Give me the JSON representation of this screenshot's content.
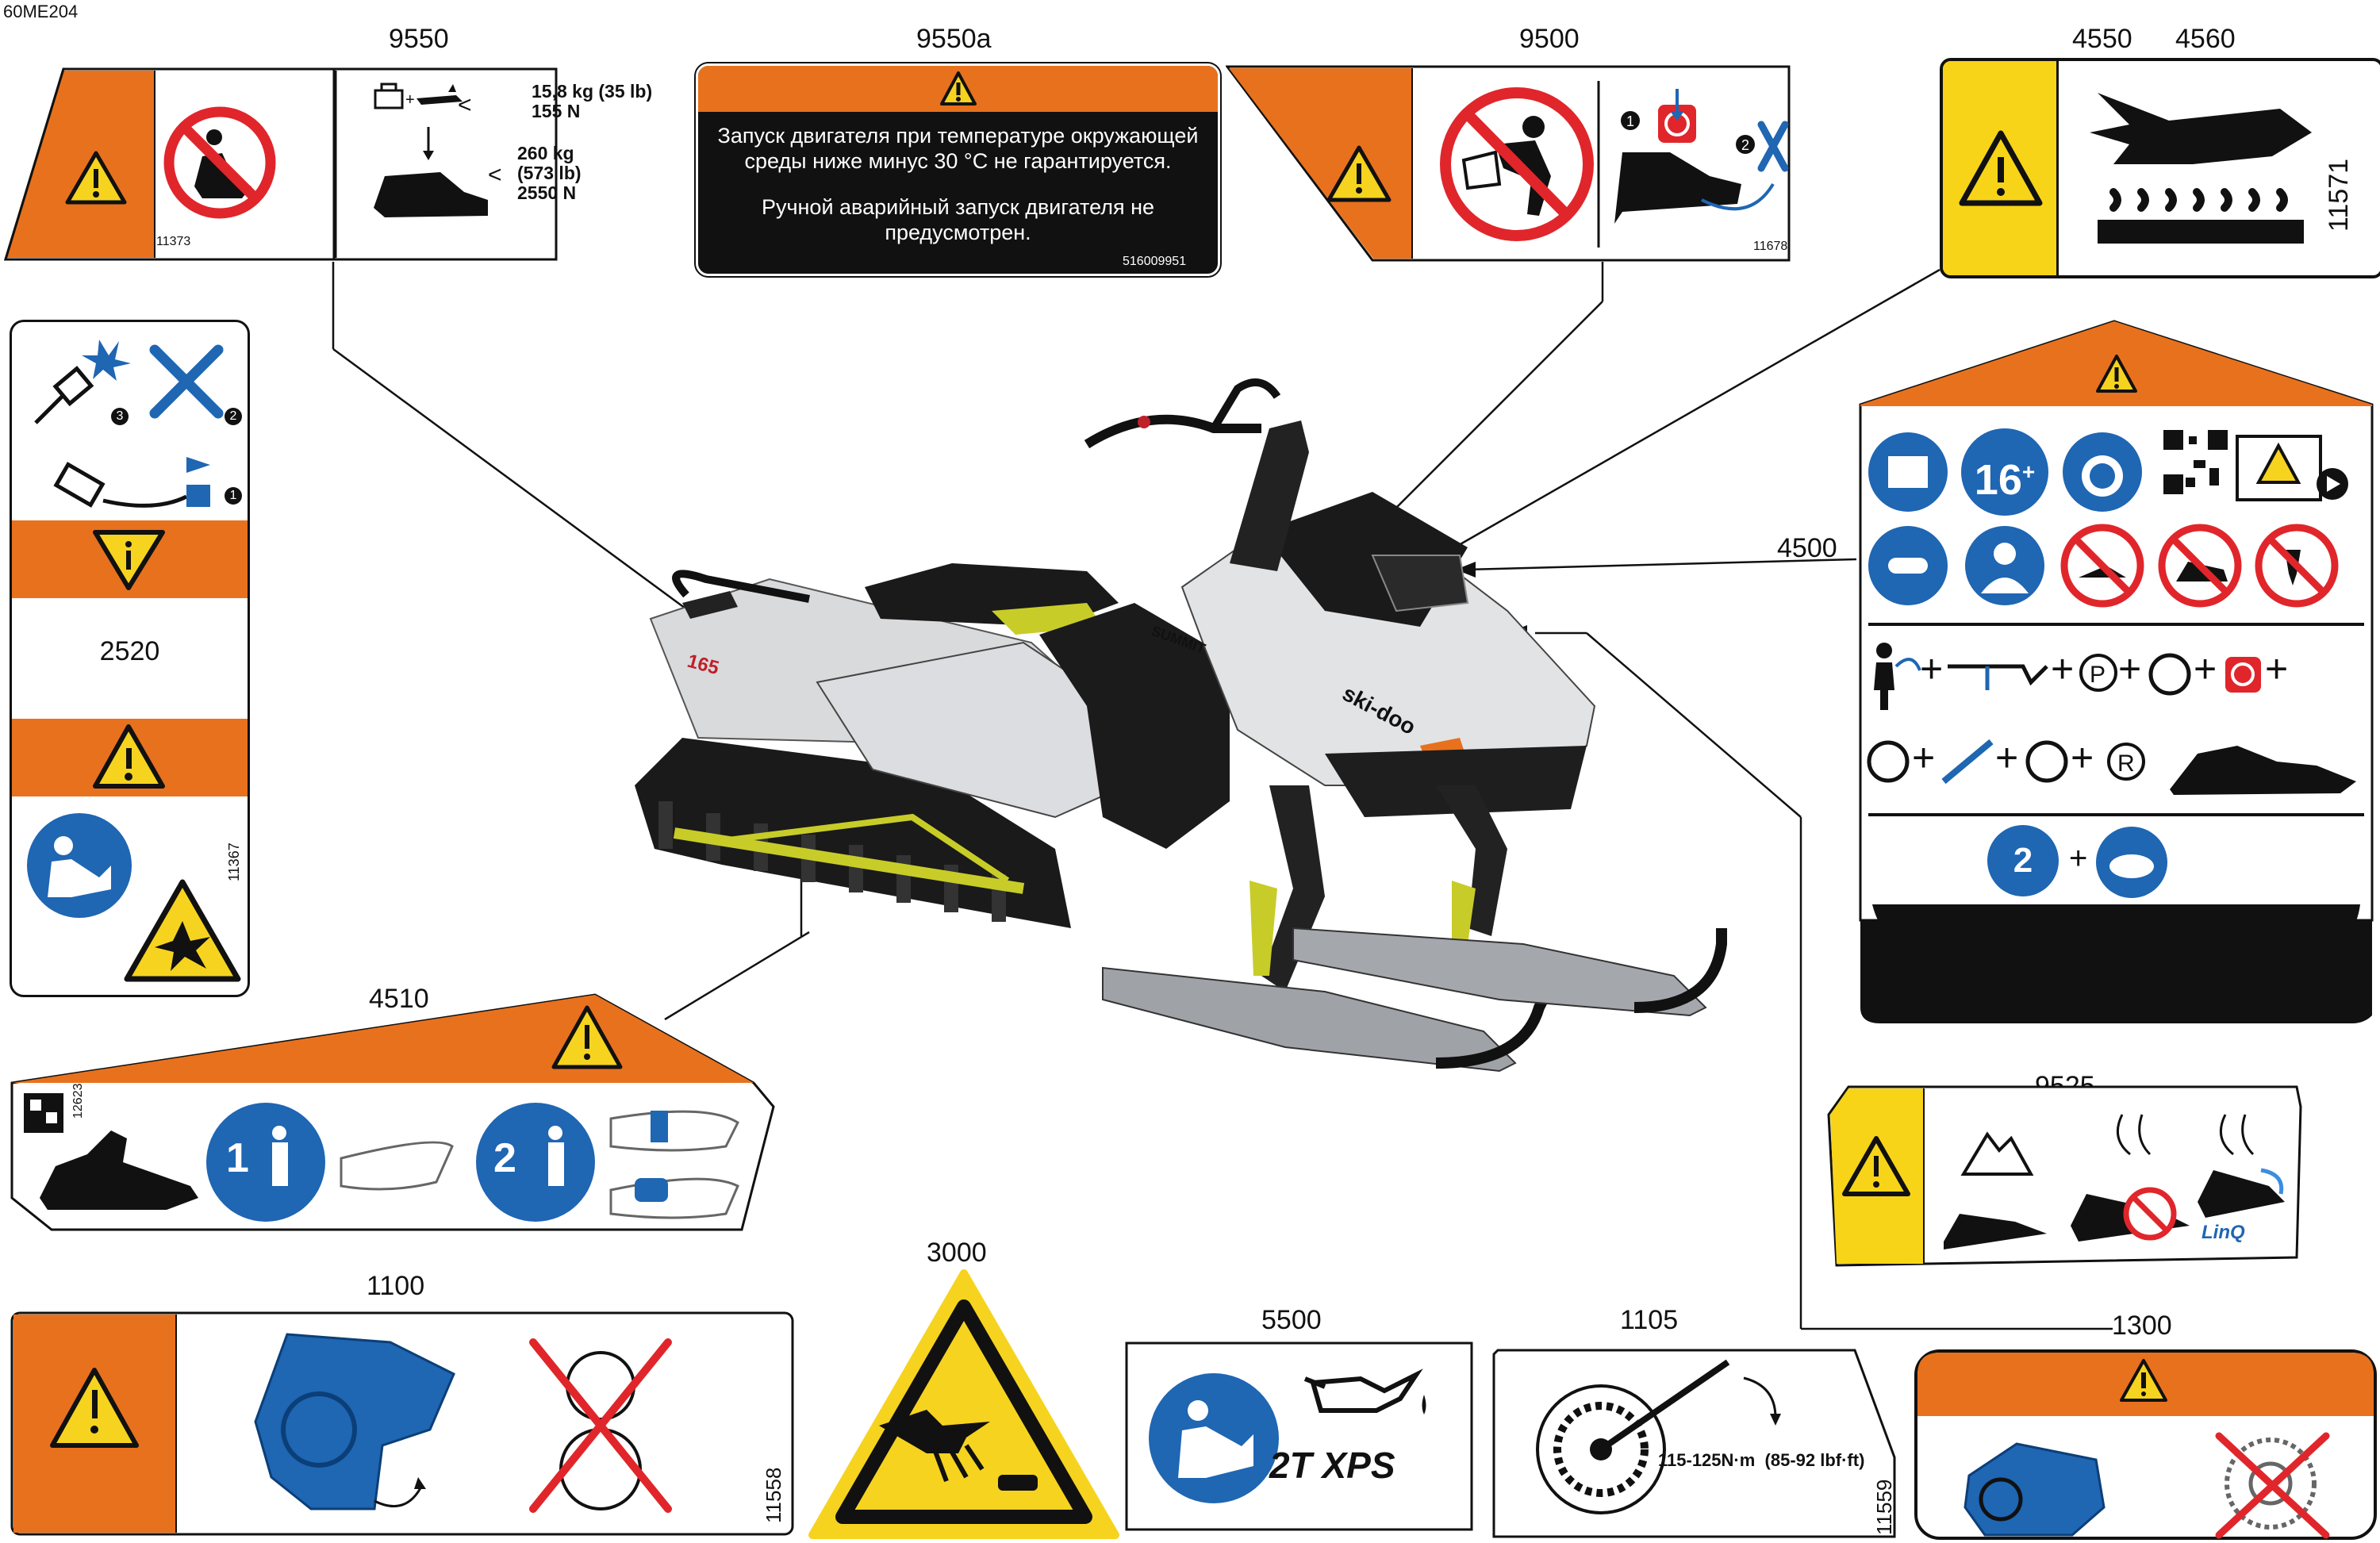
{
  "page": {
    "code": "60ME204"
  },
  "callouts": {
    "c9550": "9550",
    "c9550a": "9550a",
    "c9500": "9500",
    "c4550": "4550",
    "c4560": "4560",
    "c2520": "2520",
    "c4500": "4500",
    "c4510": "4510",
    "c9525": "9525",
    "c1100": "1100",
    "c3000": "3000",
    "c5500": "5500",
    "c1105": "1105",
    "c1300": "1300"
  },
  "label_9550": {
    "line1": "15,8 kg (35 lb)",
    "line2": "155 N",
    "line3": "260 kg",
    "line4": "(573 lb)",
    "line5": "2550 N",
    "id": "11373"
  },
  "label_9550a": {
    "text1": "Запуск двигателя при температуре окружающей среды ниже минус 30 °C не гарантируется.",
    "text2": "Ручной аварийный запуск двигателя не предусмотрен.",
    "id": "516009951"
  },
  "label_9500": {
    "id": "11678"
  },
  "label_4550": {
    "id": "11571"
  },
  "label_2520": {
    "id": "11367",
    "steps": [
      "3",
      "2",
      "1"
    ]
  },
  "label_4500": {
    "age": "16",
    "plus": "+"
  },
  "label_4510": {
    "id": "12623",
    "rider1": "1",
    "rider2": "2"
  },
  "label_9525": {
    "brand": "LinQ"
  },
  "label_1100": {
    "id": "11558"
  },
  "label_5500": {
    "oil_brand": "2T XPS"
  },
  "label_1105": {
    "torque": "115-125N·m  (85-92 lbf·ft)",
    "id": "11559"
  },
  "snowmobile": {
    "brand": "ski-doo",
    "model": "SUMMIT"
  },
  "colors": {
    "warning_orange": "#e8711e",
    "warning_yellow": "#f7d417",
    "mandatory_blue": "#1f66b3",
    "prohibition_red": "#e0262b",
    "frame_black": "#111111"
  }
}
